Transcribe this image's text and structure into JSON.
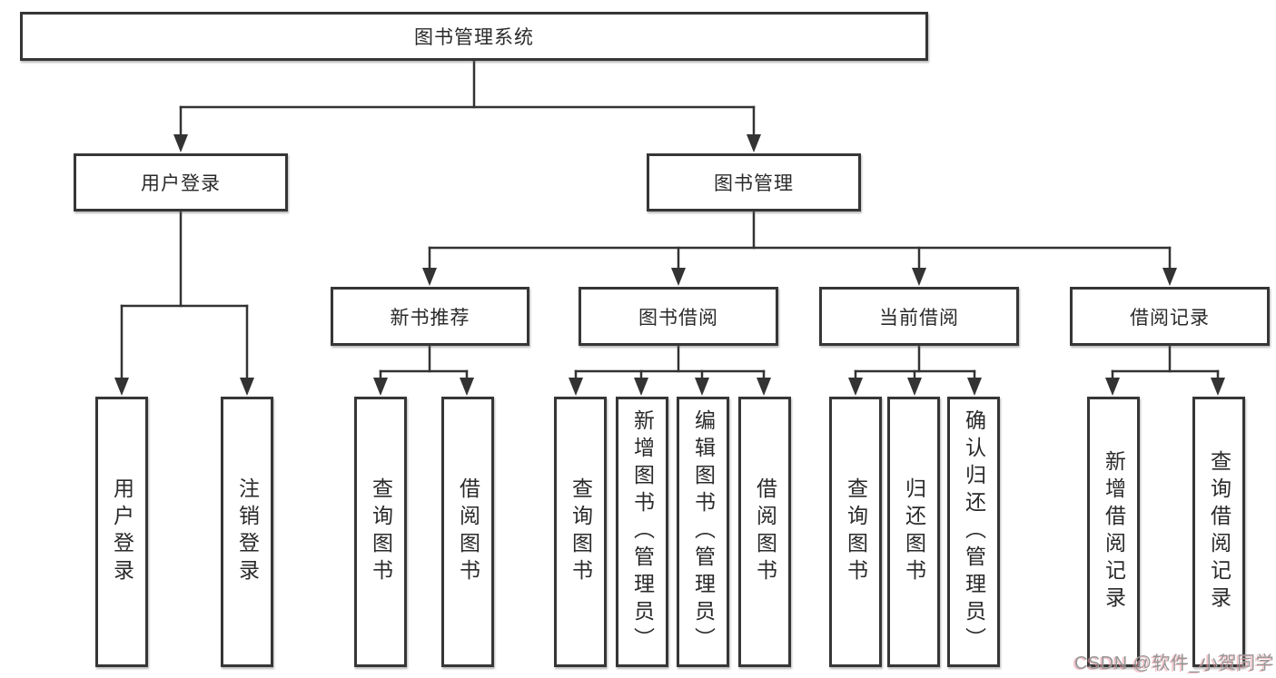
{
  "diagram": {
    "root_label": "图书管理系统",
    "level2": [
      "用户登录",
      "图书管理"
    ],
    "level3": [
      "新书推荐",
      "图书借阅",
      "当前借阅",
      "借阅记录"
    ],
    "leaves": [
      "用户登录",
      "注销登录",
      "查询图书",
      "借阅图书",
      "查询图书",
      "新增图书（管理员）",
      "编辑图书（管理员）",
      "借阅图书",
      "查询图书",
      "归还图书",
      "确认归还（管理员）",
      "新增借阅记录",
      "查询借阅记录"
    ],
    "colors": {
      "line": "#333333",
      "box_border": "#363636",
      "background": "#ffffff",
      "watermark": "#969696",
      "watermark_accent": "#eb96a0"
    }
  },
  "watermark": {
    "text": "CSDN @软件_小贺同学"
  },
  "hierarchy": {
    "label": "图书管理系统",
    "children": [
      {
        "label": "用户登录",
        "children": [
          {
            "label": "用户登录"
          },
          {
            "label": "注销登录"
          }
        ]
      },
      {
        "label": "图书管理",
        "children": [
          {
            "label": "新书推荐",
            "children": [
              {
                "label": "查询图书"
              },
              {
                "label": "借阅图书"
              }
            ]
          },
          {
            "label": "图书借阅",
            "children": [
              {
                "label": "查询图书"
              },
              {
                "label": "新增图书（管理员）"
              },
              {
                "label": "编辑图书（管理员）"
              },
              {
                "label": "借阅图书"
              }
            ]
          },
          {
            "label": "当前借阅",
            "children": [
              {
                "label": "查询图书"
              },
              {
                "label": "归还图书"
              },
              {
                "label": "确认归还（管理员）"
              }
            ]
          },
          {
            "label": "借阅记录",
            "children": [
              {
                "label": "新增借阅记录"
              },
              {
                "label": "查询借阅记录"
              }
            ]
          }
        ]
      }
    ]
  }
}
